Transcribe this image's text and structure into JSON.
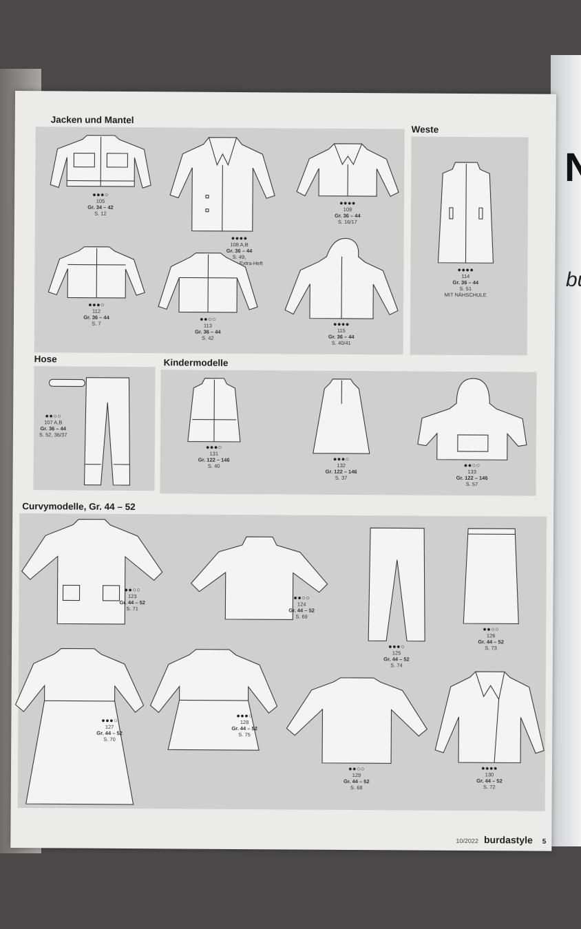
{
  "sections": {
    "jacken": "Jacken und Mantel",
    "weste": "Weste",
    "hose": "Hose",
    "kinder": "Kindermodelle",
    "curvy": "Curvymodelle, Gr. 44 – 52"
  },
  "items": {
    "m105": {
      "dots": "●●●○",
      "number": "105",
      "size": "Gr. 34 – 42",
      "page": "S. 12"
    },
    "m108": {
      "dots": "●●●●",
      "number": "108 A,B",
      "size": "Gr. 36 – 44",
      "page": "S. 49,",
      "note": "B: S. 4 im Extra-Heft"
    },
    "m109": {
      "dots": "●●●●",
      "number": "109",
      "size": "Gr. 36 – 44",
      "page": "S. 16/17"
    },
    "m112": {
      "dots": "●●●○",
      "number": "112",
      "size": "Gr. 36 – 44",
      "page": "S. 7"
    },
    "m113": {
      "dots": "●●○○",
      "number": "113",
      "size": "Gr. 36 – 44",
      "page": "S. 42"
    },
    "m115": {
      "dots": "●●●●",
      "number": "115",
      "size": "Gr. 36 – 44",
      "page": "S. 40/41"
    },
    "m114": {
      "dots": "●●●●",
      "number": "114",
      "size": "Gr. 36 – 44",
      "page": "S. 51",
      "note": "MIT NÄHSCHULE"
    },
    "m107": {
      "dots": "●●○○",
      "number": "107 A,B",
      "size": "Gr. 36 – 44",
      "page": "S. 52, 36/37"
    },
    "m131": {
      "dots": "●●●○",
      "number": "131",
      "size": "Gr. 122 – 146",
      "page": "S. 40"
    },
    "m132": {
      "dots": "●●●○",
      "number": "132",
      "size": "Gr. 122 – 146",
      "page": "S. 37"
    },
    "m133": {
      "dots": "●●○○",
      "number": "133",
      "size": "Gr. 122 – 146",
      "page": "S. 57"
    },
    "m123": {
      "dots": "●●○○",
      "number": "123",
      "size": "Gr. 44 – 52",
      "page": "S. 71"
    },
    "m124": {
      "dots": "●●○○",
      "number": "124",
      "size": "Gr. 44 – 52",
      "page": "S. 69"
    },
    "m125": {
      "dots": "●●●○",
      "number": "125",
      "size": "Gr. 44 – 52",
      "page": "S. 74"
    },
    "m126": {
      "dots": "●●○○",
      "number": "126",
      "size": "Gr. 44 – 52",
      "page": "S. 73"
    },
    "m127": {
      "dots": "●●●○",
      "number": "127",
      "size": "Gr. 44 – 52",
      "page": "S. 70"
    },
    "m128": {
      "dots": "●●●○",
      "number": "128",
      "size": "Gr. 44 – 52",
      "page": "S. 75"
    },
    "m129": {
      "dots": "●●○○",
      "number": "129",
      "size": "Gr. 44 – 52",
      "page": "S. 68"
    },
    "m130": {
      "dots": "●●●●",
      "number": "130",
      "size": "Gr. 44 – 52",
      "page": "S. 72"
    }
  },
  "footer": {
    "issue": "10/2022",
    "brand": "burdastyle",
    "page_number": "5"
  },
  "background": {
    "right_big": "N",
    "right_small": "bu"
  }
}
